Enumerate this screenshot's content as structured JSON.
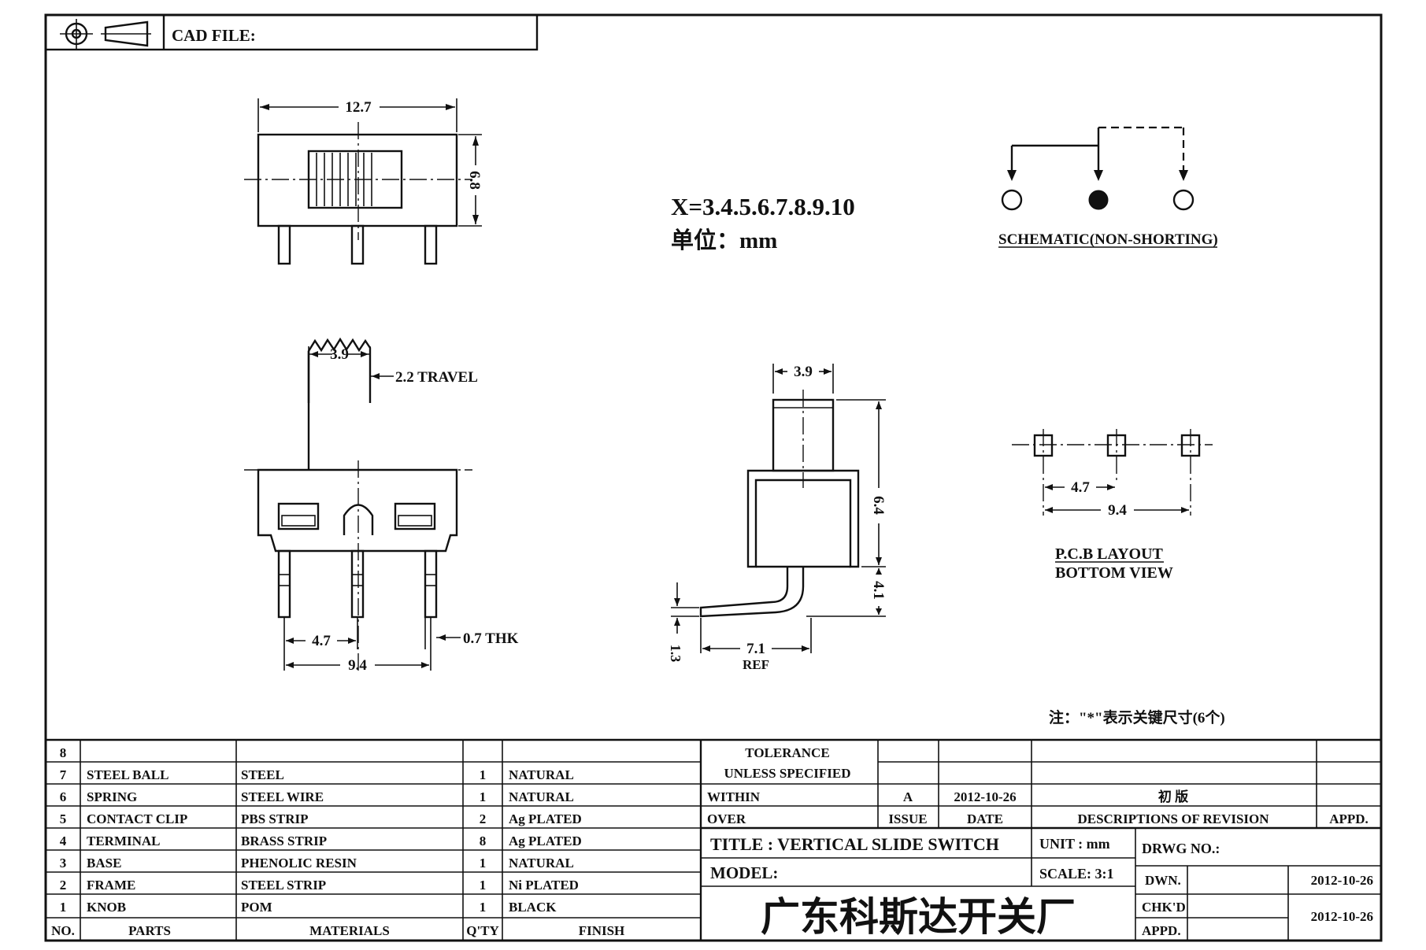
{
  "header": {
    "cad_file_label": "CAD FILE:"
  },
  "top_view": {
    "width_dim": "12.7",
    "height_dim": "6.8"
  },
  "notes": {
    "variants": "X=3.4.5.6.7.8.9.10",
    "unit_line": "单位：mm",
    "key_note": "注：\"*\"表示关键尺寸(6个)"
  },
  "schematic": {
    "label": "SCHEMATIC(NON-SHORTING)"
  },
  "front_view": {
    "knob_width": "3.9",
    "travel": "2.2 TRAVEL",
    "pin_pitch": "4.7",
    "pin_span": "9.4",
    "thickness": "0.7 THK"
  },
  "side_view": {
    "knob_width": "3.9",
    "body_height": "6.4",
    "lead_height": "4.1",
    "foot_height": "1.3",
    "ref_length": "7.1",
    "ref_label": "REF"
  },
  "pcb_layout": {
    "pitch": "4.7",
    "span": "9.4",
    "title": "P.C.B LAYOUT",
    "subtitle": "BOTTOM VIEW"
  },
  "bom": {
    "rows": [
      {
        "no": "8",
        "part": "",
        "material": "",
        "qty": "",
        "finish": ""
      },
      {
        "no": "7",
        "part": "STEEL BALL",
        "material": "STEEL",
        "qty": "1",
        "finish": "NATURAL"
      },
      {
        "no": "6",
        "part": "SPRING",
        "material": "STEEL WIRE",
        "qty": "1",
        "finish": "NATURAL"
      },
      {
        "no": "5",
        "part": "CONTACT CLIP",
        "material": "PBS STRIP",
        "qty": "2",
        "finish": "Ag PLATED"
      },
      {
        "no": "4",
        "part": "TERMINAL",
        "material": "BRASS STRIP",
        "qty": "8",
        "finish": "Ag PLATED"
      },
      {
        "no": "3",
        "part": "BASE",
        "material": "PHENOLIC RESIN",
        "qty": "1",
        "finish": "NATURAL"
      },
      {
        "no": "2",
        "part": "FRAME",
        "material": "STEEL STRIP",
        "qty": "1",
        "finish": "Ni PLATED"
      },
      {
        "no": "1",
        "part": "KNOB",
        "material": "POM",
        "qty": "1",
        "finish": "BLACK"
      }
    ],
    "headers": {
      "no": "NO.",
      "parts": "PARTS",
      "materials": "MATERIALS",
      "qty": "Q'TY",
      "finish": "FINISH"
    }
  },
  "tolerance": {
    "line1": "TOLERANCE",
    "line2": "UNLESS  SPECIFIED",
    "within": "WITHIN",
    "over": "OVER"
  },
  "revision": {
    "issue": "A",
    "date": "2012-10-26",
    "description": "初  版",
    "issue_header": "ISSUE",
    "date_header": "DATE",
    "desc_header": "DESCRIPTIONS OF REVISION",
    "appd_header": "APPD."
  },
  "title_block": {
    "title": "TITLE :  VERTICAL  SLIDE  SWITCH",
    "unit": "UNIT :  mm",
    "model": "MODEL:",
    "scale": "SCALE:  3:1",
    "drwg_no": "DRWG NO.:",
    "dwn_label": "DWN.",
    "dwn_date": "2012-10-26",
    "chkd_label": "CHK'D",
    "chkd_date": "2012-10-26",
    "appd_label": "APPD.",
    "company": "广东科斯达开关厂"
  }
}
